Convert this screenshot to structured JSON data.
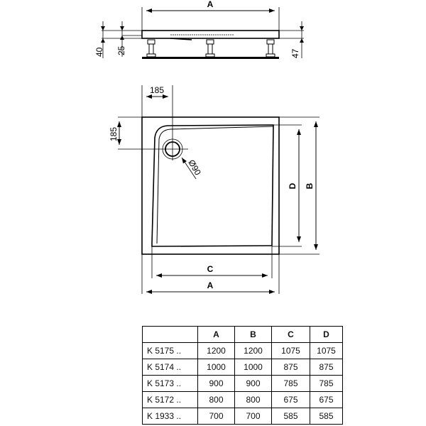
{
  "side_view": {
    "width_label": "A",
    "dim_total_height": "40",
    "dim_tray_height": "25",
    "dim_leg_height": "47"
  },
  "plan_view": {
    "drain_offset_x": "185",
    "drain_offset_y": "185",
    "drain_diameter": "Ø90",
    "label_width_outer": "A",
    "label_width_inner": "C",
    "label_depth_outer": "B",
    "label_depth_inner": "D"
  },
  "table": {
    "headers": [
      "",
      "A",
      "B",
      "C",
      "D"
    ],
    "rows": [
      {
        "model": "K 5175 ..",
        "A": "1200",
        "B": "1200",
        "C": "1075",
        "D": "1075"
      },
      {
        "model": "K 5174 ..",
        "A": "1000",
        "B": "1000",
        "C": "875",
        "D": "875"
      },
      {
        "model": "K 5173 ..",
        "A": "900",
        "B": "900",
        "C": "785",
        "D": "785"
      },
      {
        "model": "K 5172 ..",
        "A": "800",
        "B": "800",
        "C": "675",
        "D": "675"
      },
      {
        "model": "K 1933 ..",
        "A": "700",
        "B": "700",
        "C": "585",
        "D": "585"
      }
    ]
  }
}
